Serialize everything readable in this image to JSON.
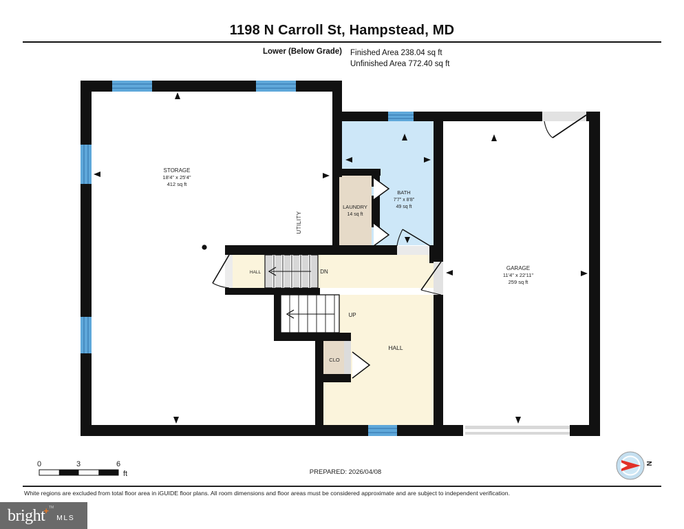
{
  "header": {
    "title": "1198 N Carroll St, Hampstead, MD",
    "floor_label": "Lower (Below Grade)",
    "finished_area": "Finished Area 238.04 sq ft",
    "unfinished_area": "Unfinished Area 772.40 sq ft"
  },
  "rooms": {
    "storage": {
      "name": "STORAGE",
      "dims": "18'4\" x 25'4\"",
      "area": "412 sq ft"
    },
    "bath": {
      "name": "BATH",
      "dims": "7'7\" x 8'8\"",
      "area": "49 sq ft"
    },
    "laundry": {
      "name": "LAUNDRY",
      "area": "14 sq ft"
    },
    "garage": {
      "name": "GARAGE",
      "dims": "11'4\" x 22'11\"",
      "area": "259 sq ft"
    },
    "utility": {
      "name": "UTILITY"
    },
    "hall_small": {
      "name": "HALL"
    },
    "hall": {
      "name": "HALL"
    },
    "closet": {
      "name": "CLO"
    },
    "stairs_down": {
      "label": "DN"
    },
    "stairs_up": {
      "label": "UP"
    }
  },
  "scale_bar": {
    "ticks": [
      "0",
      "3",
      "6"
    ],
    "unit": "ft"
  },
  "prepared": "PREPARED: 2026/04/08",
  "compass": {
    "label": "N"
  },
  "disclaimer": "White regions are excluded from total floor area in iGUIDE floor plans. All room dimensions and floor areas must be considered approximate and are subject to independent verification.",
  "branding": {
    "logo_main": "bright",
    "logo_plus": "+",
    "logo_tm": "TM",
    "logo_sub": "MLS"
  },
  "colors": {
    "wall": "#111111",
    "window_blue": "#5fa8da",
    "window_stripe": "#2f6fa8",
    "bath_fill": "#cde7f8",
    "laundry_fill": "#e6dac8",
    "hall_fill": "#fbf4dc",
    "stair_gray": "#d7d7d7",
    "door_gray": "#e2e2e2",
    "compass_red": "#e23128",
    "brand_gray": "#6a6a6a",
    "brand_orange": "#e87722"
  }
}
